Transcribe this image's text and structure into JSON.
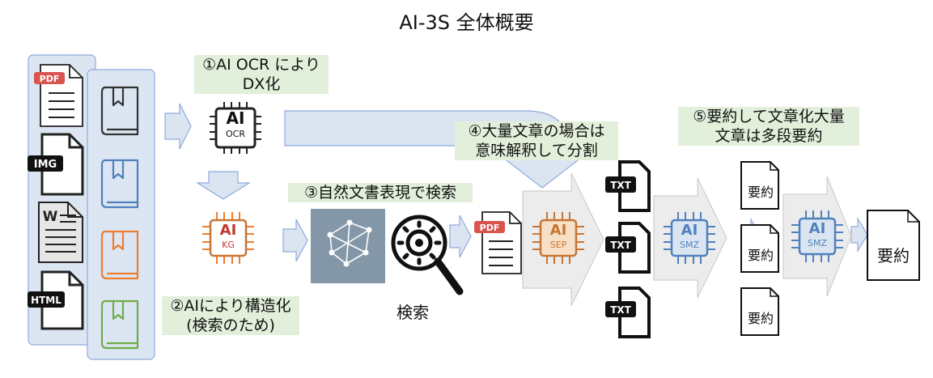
{
  "title": "AI-3S 全体概要",
  "steps": {
    "s1": [
      "①AI OCR により",
      "DX化"
    ],
    "s2": [
      "②AIにより構造化",
      "(検索のため)"
    ],
    "s3": "③自然文書表現で検索",
    "s4": [
      "④大量文章の場合は",
      "意味解釈して分割"
    ],
    "s5": [
      "⑤要約して文章化大量",
      "文章は多段要約"
    ]
  },
  "search_caption": "検索",
  "chips": {
    "ocr": {
      "main": "AI",
      "sub": "OCR"
    },
    "kg": {
      "main": "AI",
      "sub": "KG"
    },
    "sep": {
      "main": "AI",
      "sub": "SEP"
    },
    "smz1": {
      "main": "AI",
      "sub": "SMZ"
    },
    "smz2": {
      "main": "AI",
      "sub": "SMZ"
    }
  },
  "file_badges": {
    "pdf": "PDF",
    "img": "IMG",
    "word": "W",
    "html": "HTML",
    "txt": "TXT"
  },
  "summary_label": "要約",
  "colors": {
    "panel": "#dce6f2",
    "label_bg": "#e2efda",
    "arrow": "#dbe5f1",
    "big_arrow": "#ececec",
    "ocr": "#222222",
    "kg": "#c0392b",
    "sep": "#c87533",
    "smz": "#4f81bd"
  }
}
